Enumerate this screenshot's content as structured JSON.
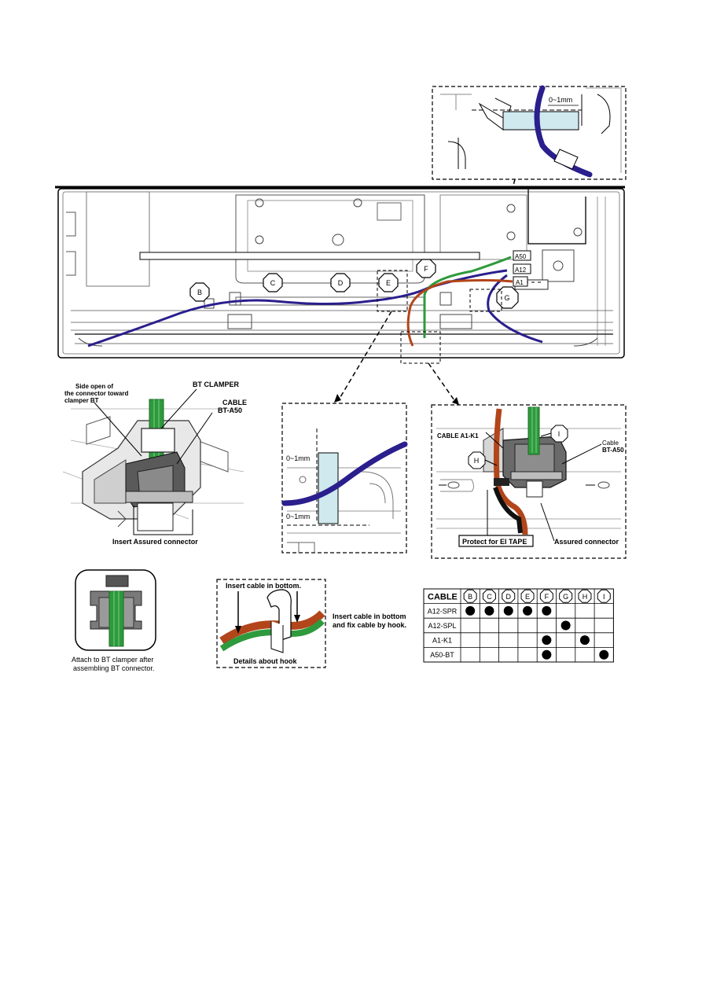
{
  "top_detail": {
    "gap_label": "0~1mm"
  },
  "cable_labels": {
    "a50": "A50",
    "a12": "A12",
    "a1": "A1"
  },
  "clamp_letters": {
    "b": "B",
    "c": "C",
    "d": "D",
    "e": "E",
    "f": "F",
    "g": "G",
    "h": "H",
    "i": "I"
  },
  "left_detail": {
    "side_open_line1": "Side open of",
    "side_open_line2": "the connector toward",
    "side_open_line3": "clamper BT",
    "bt_clamper": "BT CLAMPER",
    "cable_line1": "CABLE",
    "cable_line2": "BT-A50",
    "insert_connector": "Insert Assured connector"
  },
  "mid_detail": {
    "gap_top": "0~1mm",
    "gap_bottom": "0~1mm"
  },
  "right_detail": {
    "cable_a1k1": "CABLE A1-K1",
    "cable_line1": "Cable",
    "cable_line2": "BT-A50",
    "protect_tape": "Protect for EI TAPE",
    "assured_connector": "Assured connector"
  },
  "attach_note": {
    "line1": "Attach to BT clamper after",
    "line2": "assembling BT connector."
  },
  "hook_detail": {
    "top_label": "Insert cable in bottom.",
    "bottom_label": "Details about  hook",
    "side_line1": "Insert cable in bottom",
    "side_line2": "and fix cable by hook."
  },
  "table": {
    "header": "CABLE",
    "columns": [
      "B",
      "C",
      "D",
      "E",
      "F",
      "G",
      "H",
      "I"
    ],
    "rows": [
      {
        "name": "A12-SPR",
        "marks": [
          1,
          1,
          1,
          1,
          1,
          0,
          0,
          0
        ]
      },
      {
        "name": "A12-SPL",
        "marks": [
          0,
          0,
          0,
          0,
          0,
          1,
          0,
          0
        ]
      },
      {
        "name": "A1-K1",
        "marks": [
          0,
          0,
          0,
          0,
          1,
          0,
          1,
          0
        ]
      },
      {
        "name": "A50-BT",
        "marks": [
          0,
          0,
          0,
          0,
          1,
          0,
          0,
          1
        ]
      }
    ]
  },
  "colors": {
    "blue_cable": "#2a1f8c",
    "green_cable": "#2e9a3c",
    "brown_cable": "#b2451a",
    "tape": "#cfe9ef"
  }
}
